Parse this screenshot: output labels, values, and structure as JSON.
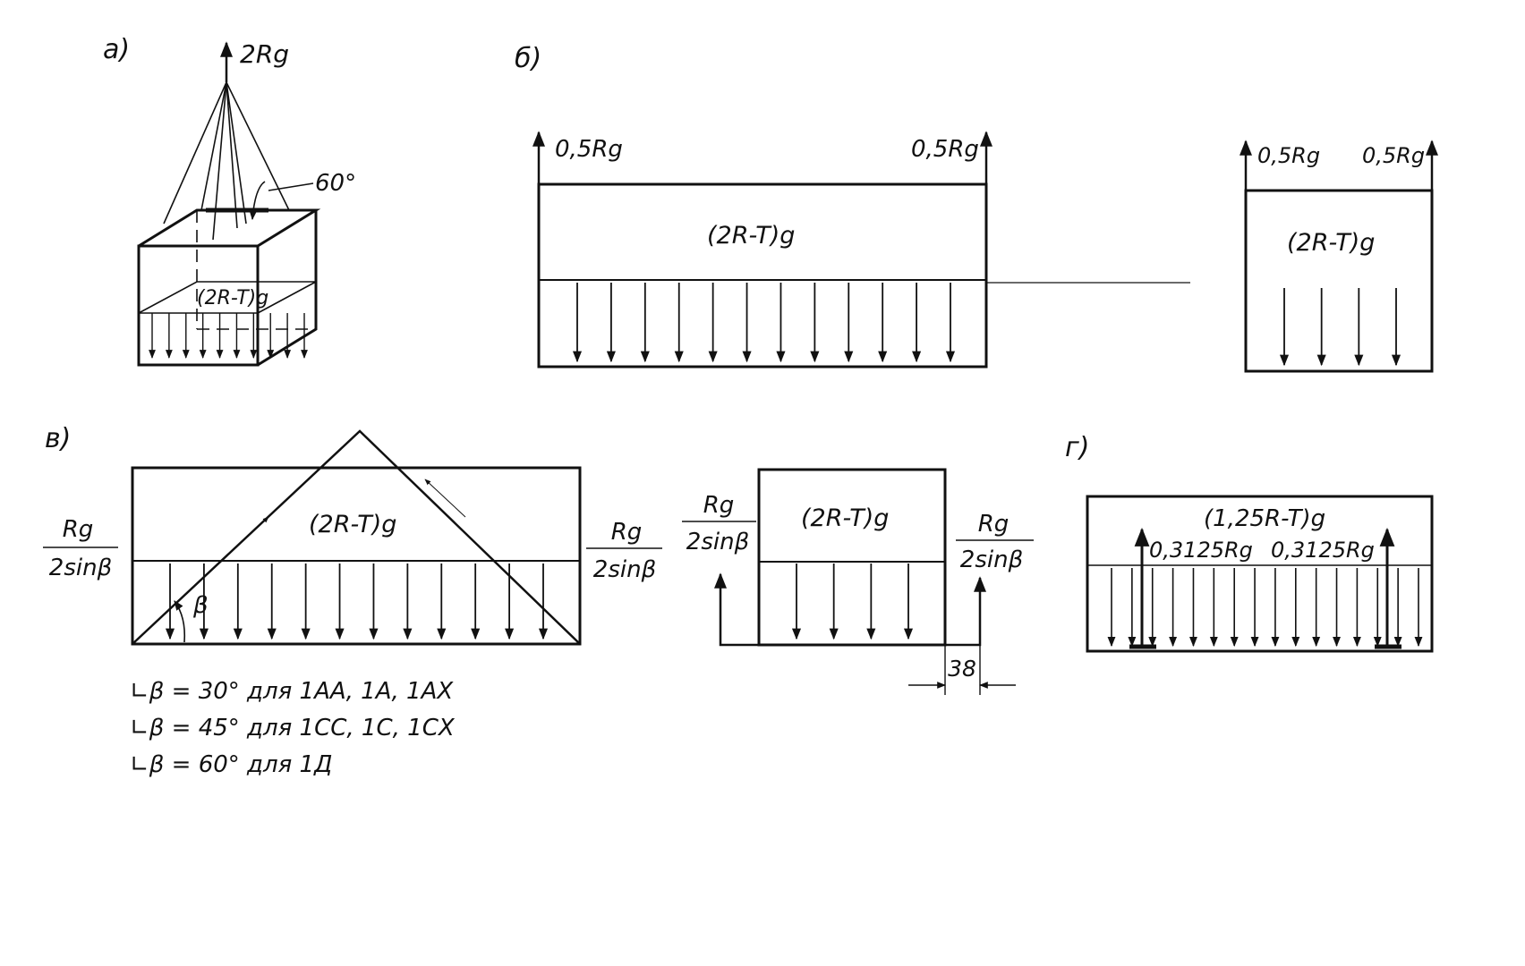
{
  "panels": {
    "a": {
      "label": "а)",
      "force_top": "2Rg",
      "angle": "60°",
      "load": "(2R-T)g"
    },
    "b": {
      "label": "б)",
      "left": {
        "force_l": "0,5Rg",
        "force_r": "0,5Rg",
        "load": "(2R-T)g"
      },
      "right": {
        "force_l": "0,5Rg",
        "force_r": "0,5Rg",
        "load": "(2R-T)g"
      }
    },
    "v": {
      "label": "в)",
      "left": {
        "load": "(2R-T)g",
        "force_num": "Rg",
        "force_den": "2sinβ",
        "angle": "β"
      },
      "right": {
        "load": "(2R-T)g",
        "force_num": "Rg",
        "force_den": "2sinβ",
        "dim": "38"
      },
      "notes": [
        "∟β = 30° для 1АА, 1А, 1АХ",
        "∟β = 45° для 1СС, 1С, 1СХ",
        "∟β = 60° для 1Д"
      ]
    },
    "g": {
      "label": "г)",
      "load": "(1,25R-T)g",
      "force_l": "0,3125Rg",
      "force_r": "0,3125Rg"
    }
  },
  "colors": {
    "ink": "#111111",
    "paper": "#ffffff"
  }
}
